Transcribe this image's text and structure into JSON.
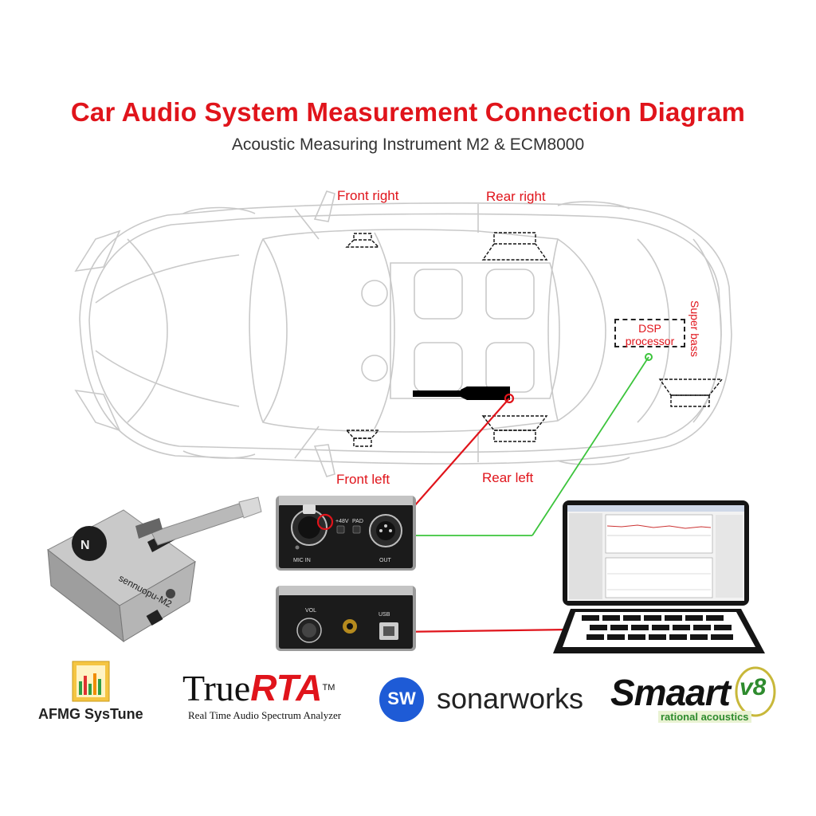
{
  "header": {
    "title": "Car Audio System Measurement Connection Diagram",
    "subtitle": "Acoustic Measuring Instrument M2 & ECM8000"
  },
  "speakers": {
    "front_right": "Front right",
    "rear_right": "Rear right",
    "front_left": "Front left",
    "rear_left": "Rear left",
    "super_bass": "Super bass"
  },
  "dsp": {
    "label_line1": "DSP",
    "label_line2": "processor"
  },
  "device": {
    "panel_labels": {
      "mic_in": "MIC IN",
      "phantom": "+48V",
      "pad": "PAD",
      "out": "OUT",
      "vol": "VOL",
      "usb": "USB"
    },
    "brand_text": "sennuopu-M2"
  },
  "logos": {
    "afmg": "AFMG SysTune",
    "truerta_main": "True",
    "truerta_accent": "RTA",
    "truerta_tm": "TM",
    "truerta_sub": "Real Time Audio Spectrum Analyzer",
    "sonarworks_badge": "SW",
    "sonarworks": "sonarworks",
    "smaart": "Smaart",
    "smaart_version": "v8",
    "smaart_sub": "rational acoustics"
  },
  "colors": {
    "accent_red": "#e0141b",
    "line_green": "#3cc43c",
    "sonarworks_blue": "#1e5bd6",
    "smaart_green": "#2e8b2e"
  }
}
